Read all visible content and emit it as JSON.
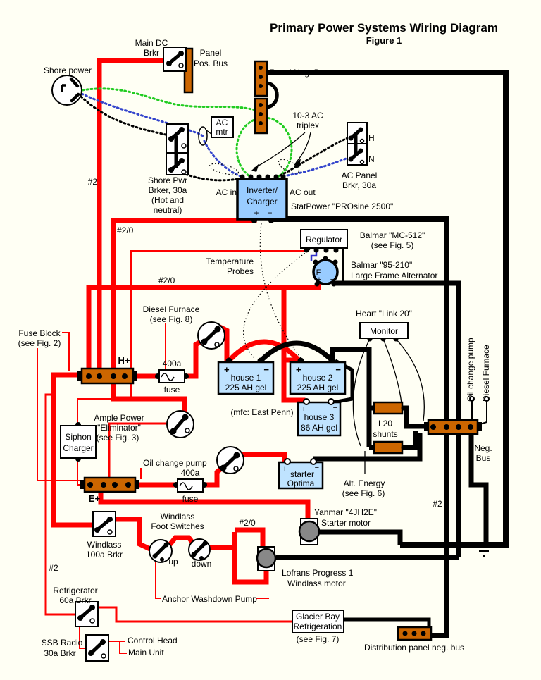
{
  "header": {
    "title": "Primary Power Systems Wiring Diagram",
    "figure": "Figure 1"
  },
  "sym": {
    "plus": "+",
    "minus": "−"
  },
  "ac": {
    "shore_power": "Shore power",
    "main_dc_brkr": [
      "Main DC",
      "Brkr"
    ],
    "panel_pos_bus": [
      "Panel",
      "Pos. Bus"
    ],
    "panel_neg_bus": "Panel Neg. Bus",
    "wire_gauge_2": "#2",
    "shore_brkr": [
      "Shore Pwr",
      "Brker, 30a",
      "(Hot and",
      "neutral)"
    ],
    "ac_meter": [
      "AC",
      "mtr"
    ],
    "triplex": [
      "10-3 AC",
      "triplex"
    ],
    "ac_panel_brkr": [
      "AC Panel",
      "Brkr, 30a"
    ],
    "hot": "H",
    "neutral": "N",
    "ac_in": "AC in",
    "ac_out": "AC out",
    "inverter": [
      "Inverter/",
      "Charger"
    ],
    "inverter_model": "StatPower \"PROsine 2500\""
  },
  "charging": {
    "wire_gauge_20_inverter": "#2/0",
    "wire_gauge_20_alt": "#2/0",
    "regulator": "Regulator",
    "regulator_model": [
      "Balmar \"MC-512\"",
      "(see Fig. 5)"
    ],
    "alternator_model": [
      "Balmar \"95-210\"",
      "Large Frame Alternator"
    ],
    "alternator_f": "F",
    "temp_probes": [
      "Temperature",
      "Probes"
    ],
    "monitor_model": "Heart \"Link 20\"",
    "monitor": "Monitor"
  },
  "batteries": {
    "house1": [
      "house 1",
      "225 AH gel"
    ],
    "house2": [
      "house 2",
      "225 AH gel"
    ],
    "house3": [
      "house 3",
      "86 AH gel"
    ],
    "mfc": "(mfc: East Penn)",
    "starter": [
      "starter",
      "Optima"
    ],
    "shunts": [
      "L20",
      "shunts"
    ],
    "alt_energy": [
      "Alt. Energy",
      "(see Fig. 6)"
    ]
  },
  "dc": {
    "fuse_block": [
      "Fuse Block",
      "(see Fig. 2)"
    ],
    "h_bus": "H+",
    "e_bus": "E+",
    "fuse_h": [
      "400a",
      "fuse"
    ],
    "fuse_e": [
      "400a",
      "fuse"
    ],
    "diesel_furnace": [
      "Diesel Furnace",
      "(see Fig. 8)"
    ],
    "eliminator": [
      "Ample Power",
      "\"Eliminator\"",
      "(see Fig. 3)"
    ],
    "siphon": [
      "Siphon",
      "Charger"
    ],
    "oil_change_pump": "Oil change pump"
  },
  "right": {
    "oil_change_pump_v": "Oil change pump",
    "diesel_furnace_v": "Diesel Furnace",
    "neg_bus": [
      "Neg.",
      "Bus"
    ],
    "wire_gauge_2": "#2"
  },
  "windlass": {
    "brkr": [
      "Windlass",
      "100a Brkr"
    ],
    "foot_switches": [
      "Windlass",
      "Foot Switches"
    ],
    "up": "up",
    "down": "down",
    "wire_gauge_20": "#2/0",
    "wire_gauge_2": "#2",
    "motor": [
      "Lofrans Progress 1",
      "Windlass motor"
    ],
    "anchor_pump": "Anchor Washdown Pump"
  },
  "engine": {
    "starter_motor": [
      "Yanmar \"4JH2E\"",
      "Starter motor"
    ]
  },
  "bottom": {
    "refrig_brkr": [
      "Refrigerator",
      "60a Brkr"
    ],
    "ssb_brkr": [
      "SSB Radio",
      "30a Brkr"
    ],
    "control_head": "Control Head",
    "main_unit": "Main Unit",
    "glacier": [
      "Glacier Bay",
      "Refrigeration",
      "(see Fig. 7)"
    ],
    "dist_bus": "Distribution panel neg. bus"
  },
  "colors": {
    "wire_positive": "#ff0000",
    "wire_negative": "#000000",
    "bus_bar": "#cc6600",
    "device_fill": "#99ccff",
    "battery_fill": "#bfe3ff",
    "ac_ground": "#22cc22",
    "ac_neutral": "#3344cc",
    "motor_fill": "#888888"
  }
}
